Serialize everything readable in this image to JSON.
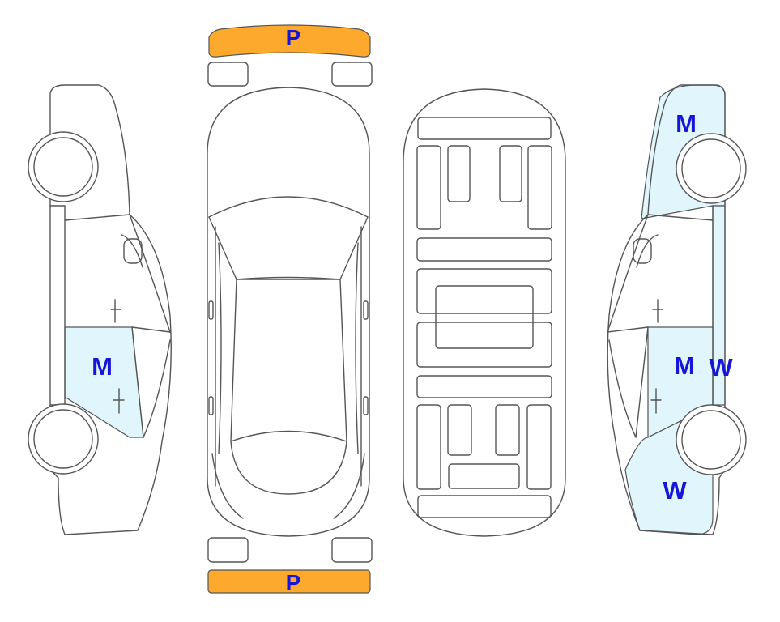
{
  "colors": {
    "outline": "#555555",
    "damage_fill": "#e0f6fc",
    "bumper_fill": "#fca92d",
    "label_text": "#1616d8"
  },
  "bumpers": {
    "front_label": "P",
    "rear_label": "P"
  },
  "left_side": {
    "door_label": "M"
  },
  "right_side": {
    "front_label": "M",
    "door_label": "M",
    "pillar_label": "W",
    "rear_label": "W"
  }
}
